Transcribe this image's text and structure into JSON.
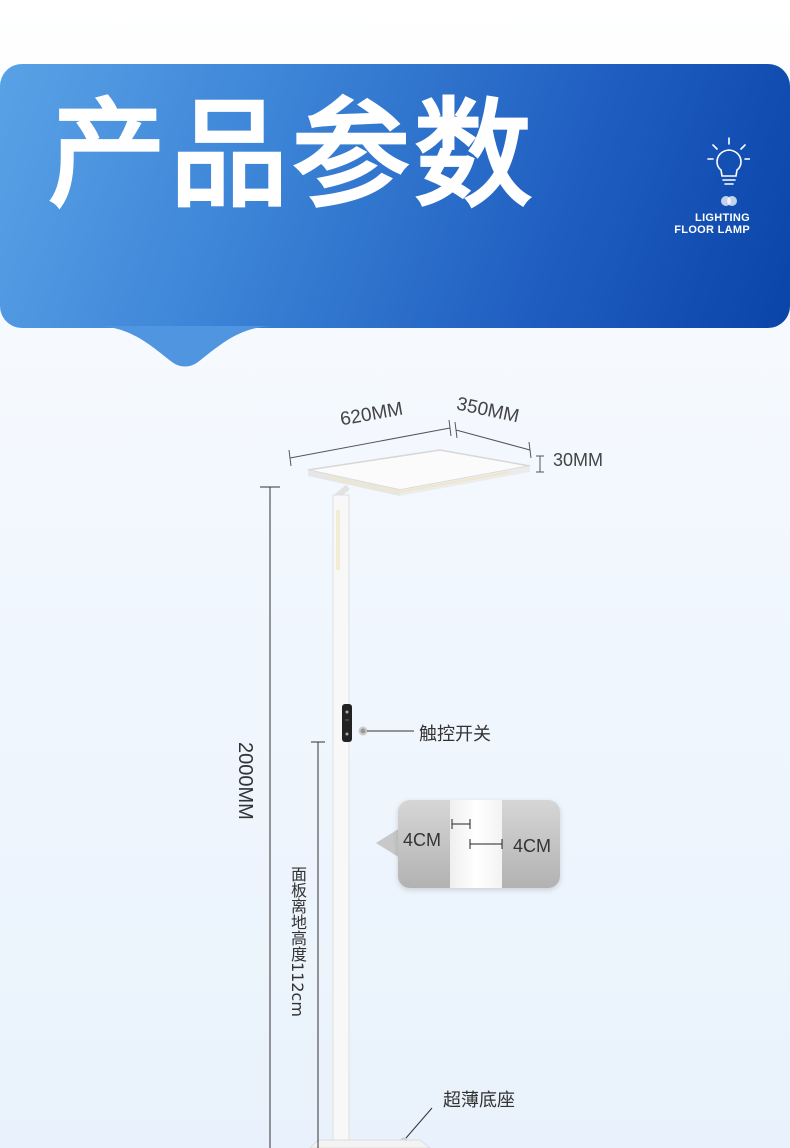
{
  "header": {
    "title": "产品参数",
    "badge_line1": "LIGHTING",
    "badge_line2": "FLOOR LAMP",
    "icon": "light-bulb-icon",
    "colors": {
      "gradient_start": "#5aa2e6",
      "gradient_end": "#0a44a8"
    }
  },
  "dimensions": {
    "width": "620MM",
    "depth": "350MM",
    "thickness": "30MM",
    "height": "2000MM",
    "panel_height": "面板离地高度112cm"
  },
  "callouts": {
    "touch_switch": "触控开关",
    "base": "超薄底座"
  },
  "inset": {
    "left": "4CM",
    "right": "4CM"
  }
}
